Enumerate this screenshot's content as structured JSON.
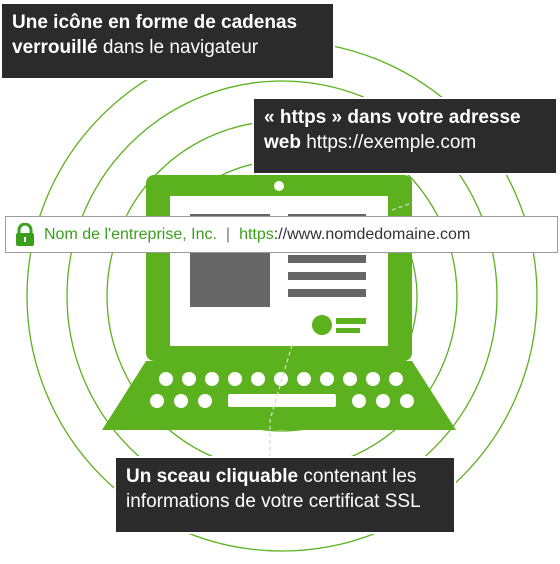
{
  "callouts": {
    "lock": {
      "bold": "Une icône en forme de cadenas",
      "bold2": "verrouillé",
      "rest": " dans le navigateur"
    },
    "https": {
      "bold": "« https » dans votre adresse",
      "bold2": "web",
      "rest": " https://exemple.com"
    },
    "seal": {
      "bold": "Un sceau cliquable",
      "rest": " contenant les",
      "line2": "informations de votre certificat SSL"
    }
  },
  "url_bar": {
    "company": "Nom de l'entreprise, Inc.",
    "separator": "|",
    "protocol": "https",
    "rest": "://www.nomdedomaine.com"
  },
  "colors": {
    "green": "#5cb11f",
    "dark": "#2b2b2b",
    "ring": "#5cb11f"
  },
  "icons": [
    "padlock-icon",
    "laptop-illustration",
    "seal-icon"
  ]
}
